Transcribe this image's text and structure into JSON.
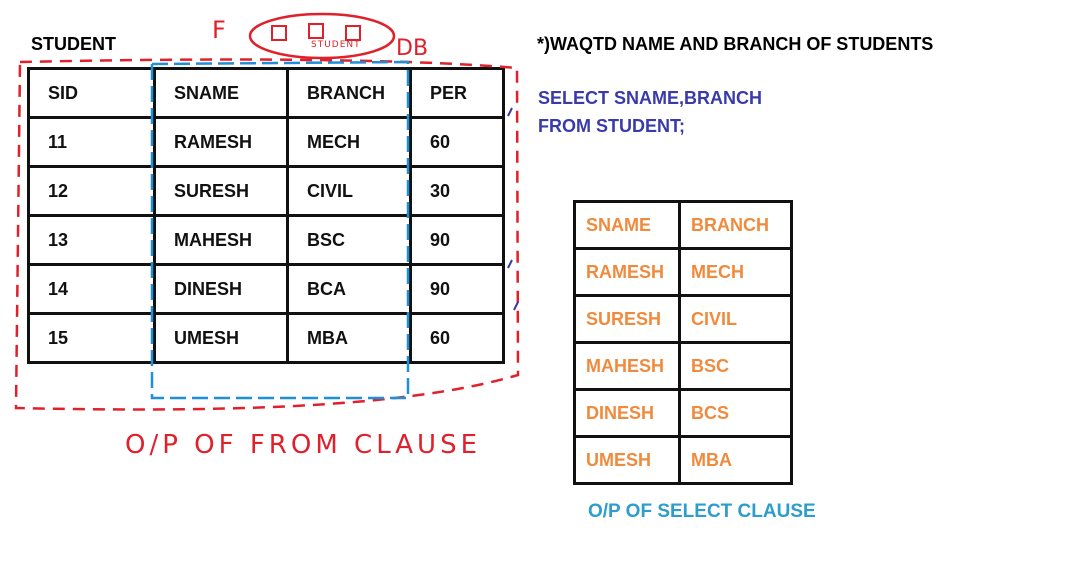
{
  "header": {
    "table_label": "STUDENT",
    "question": "*)WAQTD NAME AND BRANCH OF STUDENTS"
  },
  "query": {
    "line1": "SELECT SNAME,BRANCH",
    "line2": "FROM STUDENT;"
  },
  "annotations": {
    "from_letter": "F",
    "db_label": "DB",
    "student_tag": "STUDENT",
    "from_caption": "O/P OF FROM CLAUSE"
  },
  "student_table": {
    "headers": [
      "SID",
      "SNAME",
      "BRANCH",
      "PER"
    ],
    "rows": [
      [
        "11",
        "RAMESH",
        "MECH",
        "60"
      ],
      [
        "12",
        "SURESH",
        "CIVIL",
        "30"
      ],
      [
        "13",
        "MAHESH",
        "BSC",
        "90"
      ],
      [
        "14",
        "DINESH",
        "BCA",
        "90"
      ],
      [
        "15",
        "UMESH",
        "MBA",
        "60"
      ]
    ]
  },
  "result_table": {
    "headers": [
      "SNAME",
      "BRANCH"
    ],
    "rows": [
      [
        "RAMESH",
        "MECH"
      ],
      [
        "SURESH",
        "CIVIL"
      ],
      [
        "MAHESH",
        "BSC"
      ],
      [
        "DINESH",
        "BCS"
      ],
      [
        "UMESH",
        "MBA"
      ]
    ]
  },
  "result_caption": "O/P OF SELECT CLAUSE",
  "colors": {
    "query_text": "#3a3aa8",
    "result_text": "#f08a3c",
    "caption_blue": "#2e9ccc",
    "annotation_red": "#e0202a",
    "selection_blue": "#1e8fd8"
  }
}
